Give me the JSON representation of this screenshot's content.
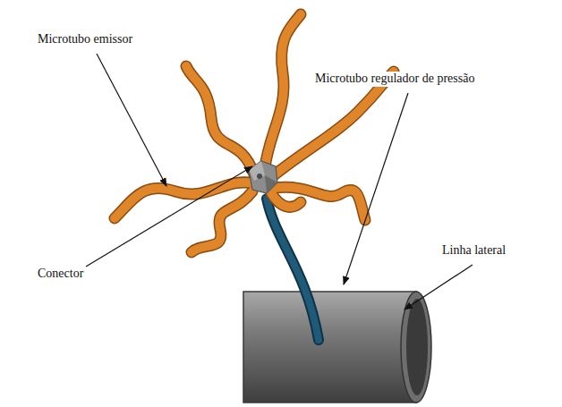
{
  "diagram": {
    "labels": [
      "Microtubo emissor",
      "Conector",
      "Microtubo regulador de pressão",
      "Linha lateral"
    ]
  }
}
